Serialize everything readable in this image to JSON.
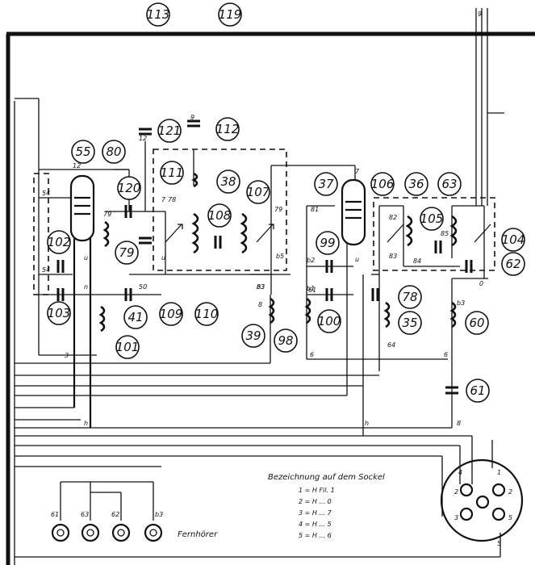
{
  "refs": [
    "113",
    "119",
    "55",
    "80",
    "120",
    "121",
    "112",
    "111",
    "38",
    "107",
    "108",
    "37",
    "106",
    "36",
    "63",
    "105",
    "104",
    "62",
    "102",
    "79",
    "109",
    "110",
    "99",
    "78",
    "35",
    "60",
    "103",
    "101",
    "41",
    "39",
    "98",
    "100",
    "61"
  ],
  "labels": [
    "54",
    "54",
    "12",
    "79",
    "78",
    "81",
    "9",
    "79",
    "12",
    "82",
    "83",
    "84",
    "85",
    "b5",
    "7",
    "7",
    "b3",
    "83",
    "n",
    "u",
    "50",
    "u",
    "61",
    "u",
    "0",
    "6",
    "6",
    "3",
    "61",
    "63",
    "62",
    "b3",
    "b2",
    "b1",
    "h",
    "h",
    "8",
    "8",
    "9",
    "b3",
    "64"
  ],
  "legend": {
    "title": "Bezeichnung auf dem Sockel",
    "rows": [
      "1 = H   Fil.  1",
      "2 = H   ...   0",
      "3 = H   ...   7",
      "4 = H   ...   5",
      "5 = H   ...   6"
    ]
  },
  "fernhoerer": "Fernhörer",
  "socket_pins": [
    "4",
    "1",
    "2",
    "2",
    "3",
    "5",
    "5"
  ]
}
